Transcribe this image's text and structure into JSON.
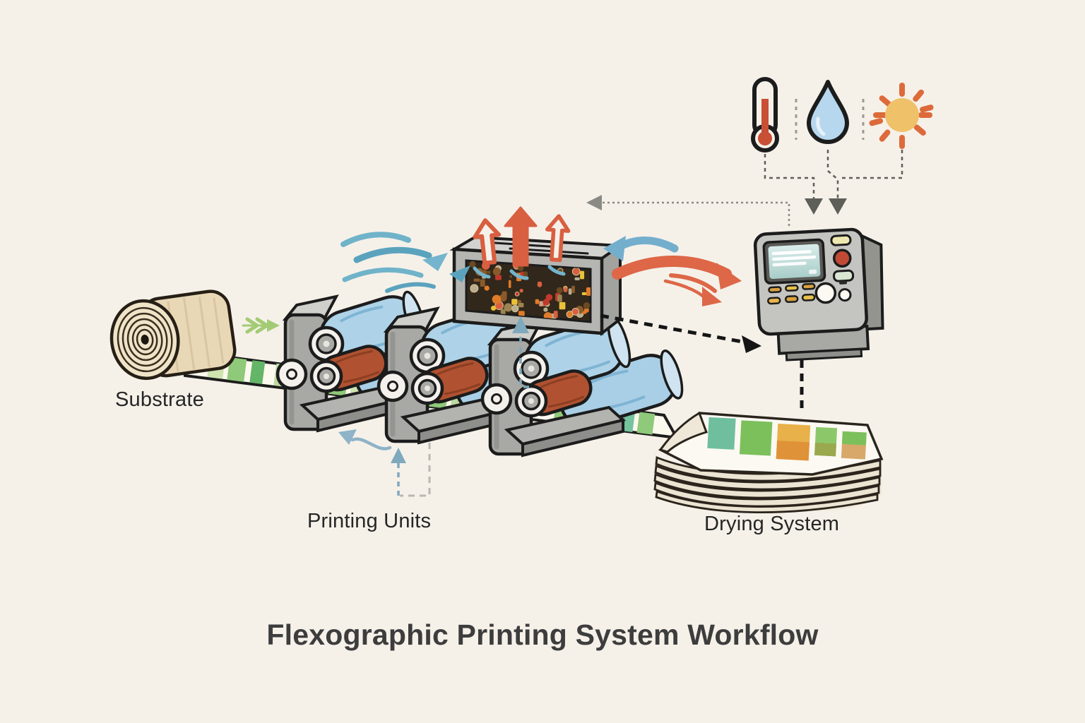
{
  "title": "Flexographic Printing System Workflow",
  "labels": {
    "substrate": "Substrate",
    "printing_units": "Printing Units",
    "drying_system": "Drying System"
  },
  "icons": {
    "thermometer": "thermometer-icon",
    "droplet": "water-droplet-icon",
    "sun": "sun-icon"
  },
  "colors": {
    "background": "#f5f1e9",
    "outline_ink": "#1c1c1c",
    "accent_red": "#d85f40",
    "accent_blue": "#74aecd",
    "roller_blue": "#aed3e8",
    "roller_red": "#b05231",
    "machine_gray": "#b5b5b1",
    "substrate_tan": "#e9d8b6",
    "web_green": "#8fc97a",
    "print_orange": "#e8a13c",
    "label_text": "#262626",
    "title_text": "#3d3d3d"
  }
}
